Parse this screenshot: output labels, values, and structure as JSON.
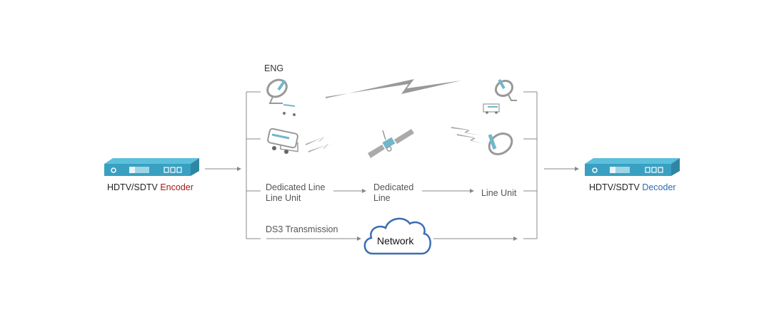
{
  "encoder": {
    "name": "HDTV/SDTV",
    "type": "Encoder"
  },
  "decoder": {
    "name": "HDTV/SDTV",
    "type": "Decoder"
  },
  "paths": {
    "eng": {
      "label": "ENG"
    },
    "dedicated": {
      "source_label_line1": "Dedicated Line",
      "source_label_line2": "Line Unit",
      "middle_label_line1": "Dedicated",
      "middle_label_line2": "Line",
      "dest_label": "Line Unit"
    },
    "ds3": {
      "label": "DS3 Transmission",
      "cloud_label": "Network"
    }
  },
  "colors": {
    "device_body": "#3a9fc0",
    "device_top": "#4fb8d6",
    "encoder_accent": "#a3191d",
    "decoder_accent": "#2a6bb5",
    "cloud_stroke": "#3a6db5",
    "lines": "#888888"
  }
}
